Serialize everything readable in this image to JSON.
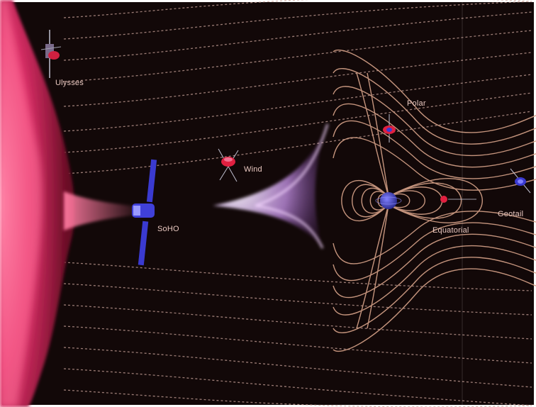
{
  "diagram": {
    "labels": {
      "ulysses": "Ulysses",
      "soho": "SoHO",
      "wind": "Wind",
      "polar": "Polar",
      "geotail": "Geotail",
      "equatorial": "Equatorial"
    },
    "colors": {
      "space": "#120808",
      "sun": "#e0306a",
      "sun_glow": "#ff7aa0",
      "field_lines": "#c9a39a",
      "magnetosphere_lines": "#d9a48a",
      "bow_shock": "#f0c8ff",
      "spacecraft_blue": "#3a3ad0",
      "spacecraft_red": "#e02040",
      "border": "#ffffff"
    }
  }
}
